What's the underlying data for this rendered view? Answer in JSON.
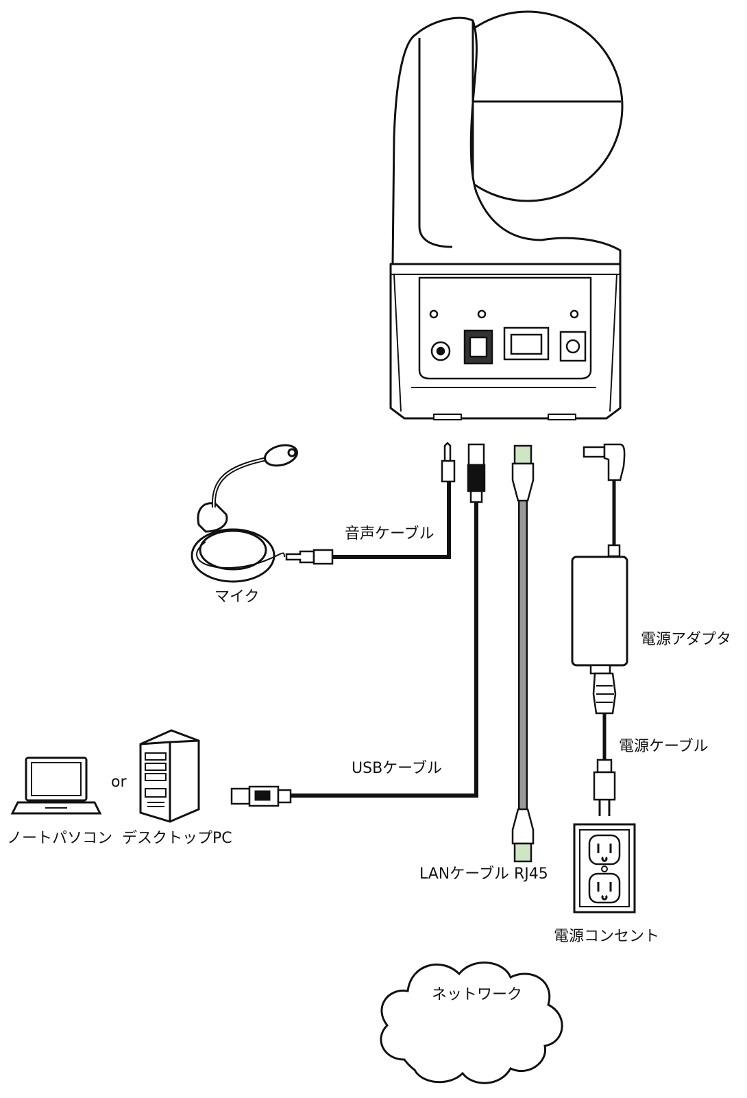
{
  "labels": {
    "audio_cable": "音声ケーブル",
    "microphone": "マイク",
    "power_adapter": "電源アダプタ",
    "power_cable": "電源ケーブル",
    "usb_cable": "USBケーブル",
    "or": "or",
    "laptop": "ノートパソコン",
    "desktop_pc": "デスクトップPC",
    "lan_cable": "LANケーブル RJ45",
    "power_outlet": "電源コンセント",
    "network": "ネットワーク"
  },
  "colors": {
    "line": "#111111",
    "lan_cable": "#9a9a9a",
    "background": "#ffffff"
  }
}
